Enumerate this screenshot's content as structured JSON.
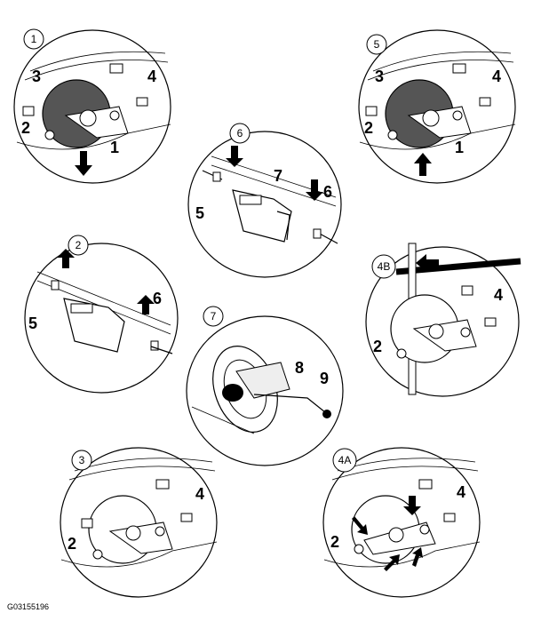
{
  "figure_code": "G03155196",
  "panels": [
    {
      "id": "p1",
      "step": "1",
      "callouts": [
        "3",
        "4",
        "2",
        "1"
      ]
    },
    {
      "id": "p5",
      "step": "5",
      "callouts": [
        "3",
        "4",
        "2",
        "1"
      ]
    },
    {
      "id": "p6",
      "step": "6",
      "callouts": [
        "7",
        "6",
        "5"
      ]
    },
    {
      "id": "p2",
      "step": "2",
      "callouts": [
        "5",
        "6"
      ]
    },
    {
      "id": "p4b",
      "step": "4B",
      "callouts": [
        "4",
        "2"
      ]
    },
    {
      "id": "p7",
      "step": "7",
      "callouts": [
        "8",
        "9"
      ]
    },
    {
      "id": "p3",
      "step": "3",
      "callouts": [
        "4",
        "2"
      ]
    },
    {
      "id": "p4a",
      "step": "4A",
      "callouts": [
        "4",
        "2"
      ]
    }
  ]
}
